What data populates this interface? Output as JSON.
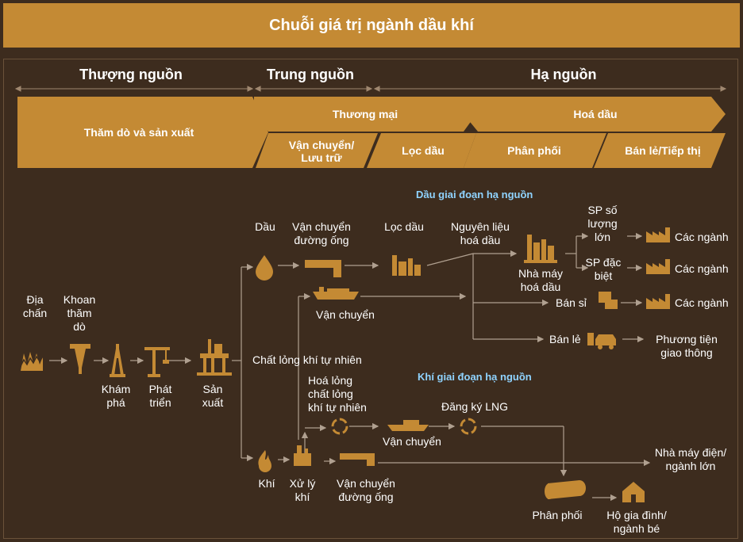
{
  "title": "Chuỗi giá trị ngành dầu khí",
  "stages": {
    "upstream": "Thượng nguồn",
    "midstream": "Trung nguồn",
    "downstream": "Hạ nguồn"
  },
  "bands": {
    "explore": "Thăm dò và sản xuất",
    "trade": "Thương mại",
    "petrochem": "Hoá dầu",
    "transport_storage": "Vận chuyển/ Lưu trữ",
    "refining": "Lọc dầu",
    "distribution": "Phân phối",
    "retail": "Bán lẻ/Tiếp thị"
  },
  "section_labels": {
    "oil_down": "Dầu giai đoạn hạ nguồn",
    "gas_down": "Khí giai đoạn hạ nguồn"
  },
  "nodes": {
    "seismic": "Địa chấn",
    "drilling": "Khoan thăm dò",
    "exploration": "Khám phá",
    "development": "Phát triển",
    "production": "Sản xuất",
    "oil": "Dầu",
    "oil_pipeline": "Vận chuyển đường ống",
    "oil_ship": "Vận chuyển",
    "refinery": "Lọc dầu",
    "petro_feedstock": "Nguyên liệu hoá dầu",
    "petro_plant": "Nhà máy hoá dầu",
    "sp_bulk": "SP số lượng lớn",
    "sp_special": "SP đặc biệt",
    "industry1": "Các ngành",
    "industry2": "Các ngành",
    "industry3": "Các ngành",
    "wholesale": "Bán sỉ",
    "retail": "Bán lẻ",
    "vehicles": "Phương tiện giao thông",
    "ngl": "Chất lỏng khí tự nhiên",
    "gas": "Khí",
    "gas_processing": "Xử lý khí",
    "gas_pipeline": "Vận chuyển đường ống",
    "liquefaction": "Hoá lỏng chất lỏng khí tự nhiên",
    "lng_ship": "Vận chuyển",
    "lng_regas": "Đăng ký LNG",
    "power_plant": "Nhà máy điện/ ngành lớn",
    "gas_distribution": "Phân phối",
    "households": "Hộ gia đình/ ngành bé"
  },
  "icons": [
    "seismic-icon",
    "drill-rig-icon",
    "derrick-icon",
    "crane-icon",
    "offshore-platform-icon",
    "oil-drop-icon",
    "pipeline-icon",
    "tanker-ship-icon",
    "refinery-icon",
    "factory-icon",
    "wholesale-boxes-icon",
    "gas-pump-car-icon",
    "flame-icon",
    "gas-processing-icon",
    "cycle-icon",
    "lng-ship-icon",
    "distribution-pipe-icon",
    "house-icon"
  ],
  "colors": {
    "background": "#3d2c1e",
    "accent": "#c48a34",
    "line": "#b0a090",
    "highlight_text": "#8fd3ff"
  }
}
